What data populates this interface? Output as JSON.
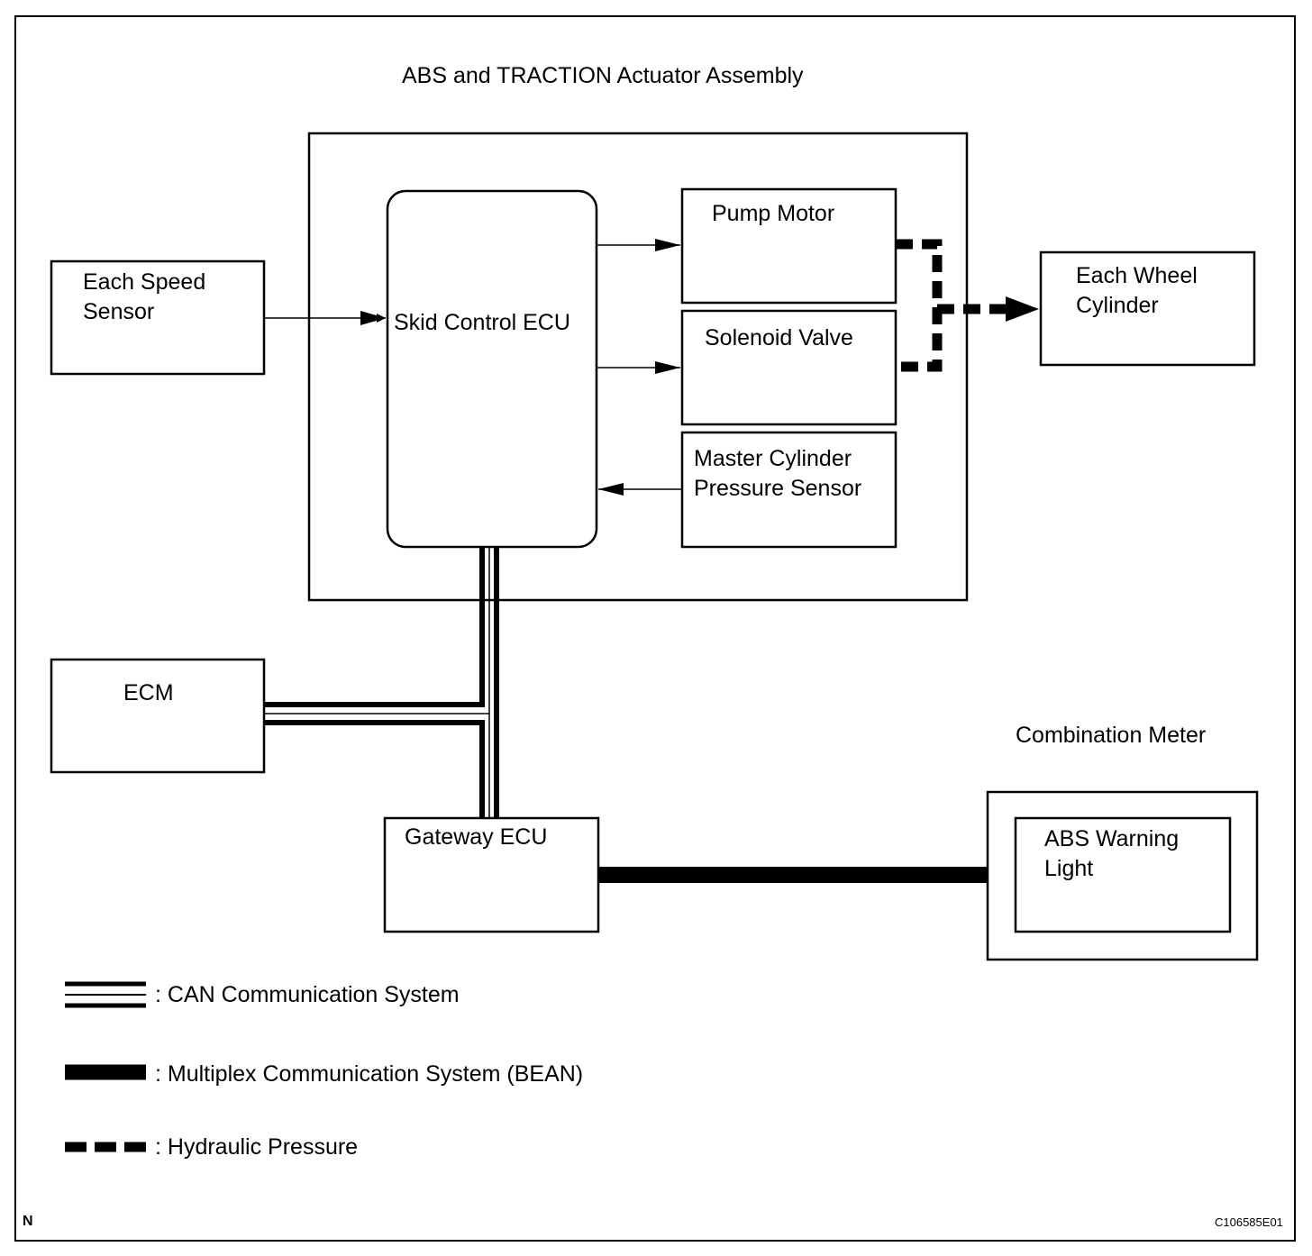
{
  "assembly": {
    "title": "ABS and TRACTION Actuator Assembly"
  },
  "blocks": {
    "speed_sensor": {
      "line1": "Each Speed",
      "line2": "Sensor"
    },
    "skid_ecu": {
      "label": "Skid Control ECU"
    },
    "pump_motor": {
      "label": "Pump Motor"
    },
    "solenoid_valve": {
      "label": "Solenoid Valve"
    },
    "master_cyl": {
      "line1": "Master Cylinder",
      "line2": "Pressure Sensor"
    },
    "wheel_cyl": {
      "line1": "Each Wheel",
      "line2": "Cylinder"
    },
    "ecm": {
      "label": "ECM"
    },
    "gateway": {
      "label": "Gateway ECU"
    },
    "combination_meter": {
      "title": "Combination Meter"
    },
    "abs_light": {
      "line1": "ABS Warning",
      "line2": "Light"
    }
  },
  "legend": {
    "can": ": CAN Communication System",
    "bean": ": Multiplex Communication System (BEAN)",
    "hydraulic": ": Hydraulic Pressure"
  },
  "footer": {
    "corner": "N",
    "code": "C106585E01"
  }
}
